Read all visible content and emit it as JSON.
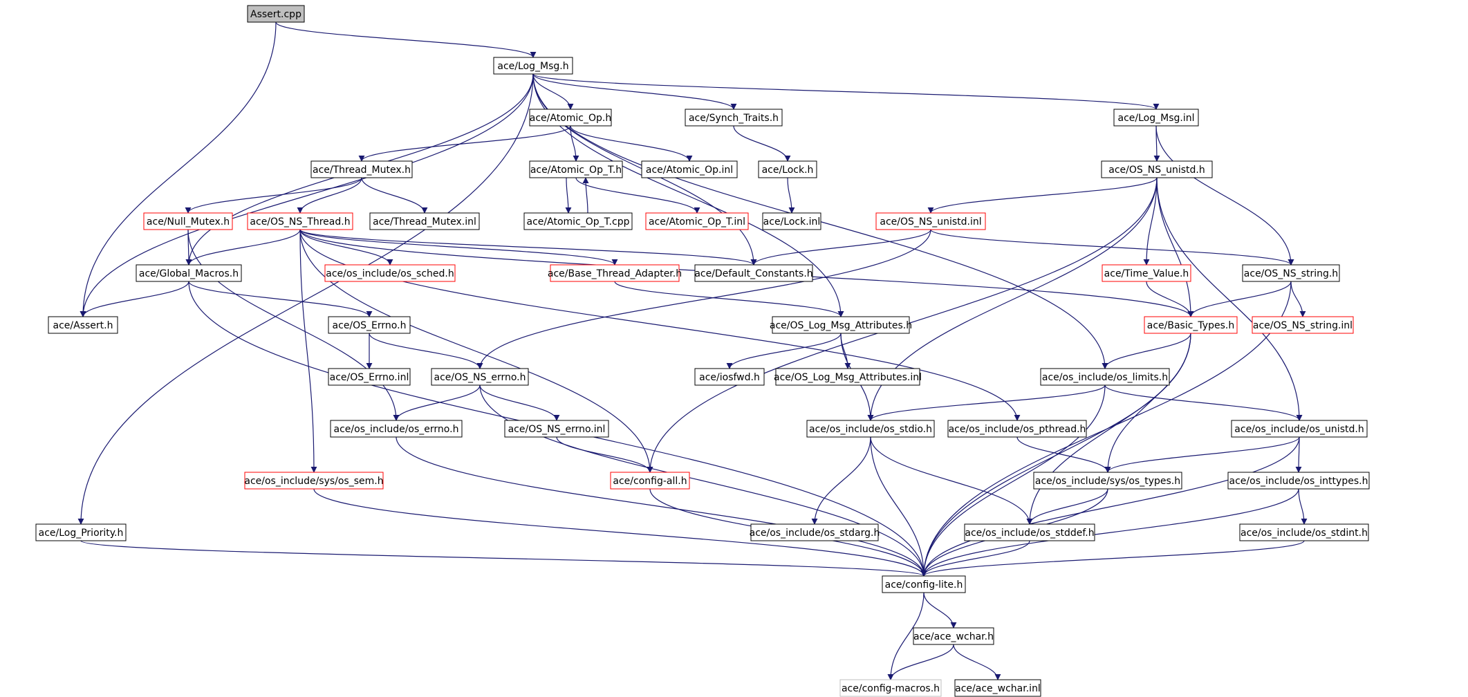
{
  "graph": {
    "colors": {
      "edge": "#191970",
      "border_default": "#000000",
      "border_red": "#ff0000",
      "border_gray": "#bfbfbf",
      "root_fill": "#bfbfbf",
      "text": "#000000"
    },
    "nodes": [
      {
        "id": "assert_cpp",
        "label": "Assert.cpp",
        "style": "root"
      },
      {
        "id": "log_msg_h",
        "label": "ace/Log_Msg.h",
        "style": "default"
      },
      {
        "id": "atomic_op_h",
        "label": "ace/Atomic_Op.h",
        "style": "default"
      },
      {
        "id": "synch_traits_h",
        "label": "ace/Synch_Traits.h",
        "style": "default"
      },
      {
        "id": "log_msg_inl",
        "label": "ace/Log_Msg.inl",
        "style": "default"
      },
      {
        "id": "thread_mutex_h",
        "label": "ace/Thread_Mutex.h",
        "style": "default"
      },
      {
        "id": "atomic_op_t_h",
        "label": "ace/Atomic_Op_T.h",
        "style": "default"
      },
      {
        "id": "atomic_op_inl",
        "label": "ace/Atomic_Op.inl",
        "style": "default"
      },
      {
        "id": "lock_h",
        "label": "ace/Lock.h",
        "style": "default"
      },
      {
        "id": "os_ns_unistd_h",
        "label": "ace/OS_NS_unistd.h",
        "style": "default"
      },
      {
        "id": "null_mutex_h",
        "label": "ace/Null_Mutex.h",
        "style": "red"
      },
      {
        "id": "os_ns_thread_h",
        "label": "ace/OS_NS_Thread.h",
        "style": "red"
      },
      {
        "id": "thread_mutex_inl",
        "label": "ace/Thread_Mutex.inl",
        "style": "default"
      },
      {
        "id": "atomic_op_t_cpp",
        "label": "ace/Atomic_Op_T.cpp",
        "style": "default"
      },
      {
        "id": "atomic_op_t_inl",
        "label": "ace/Atomic_Op_T.inl",
        "style": "red"
      },
      {
        "id": "lock_inl",
        "label": "ace/Lock.inl",
        "style": "default"
      },
      {
        "id": "os_ns_unistd_inl",
        "label": "ace/OS_NS_unistd.inl",
        "style": "red"
      },
      {
        "id": "global_macros_h",
        "label": "ace/Global_Macros.h",
        "style": "default"
      },
      {
        "id": "os_sched_h",
        "label": "ace/os_include/os_sched.h",
        "style": "red"
      },
      {
        "id": "base_thread_adapter_h",
        "label": "ace/Base_Thread_Adapter.h",
        "style": "red"
      },
      {
        "id": "default_constants_h",
        "label": "ace/Default_Constants.h",
        "style": "default"
      },
      {
        "id": "time_value_h",
        "label": "ace/Time_Value.h",
        "style": "red"
      },
      {
        "id": "os_ns_string_h",
        "label": "ace/OS_NS_string.h",
        "style": "default"
      },
      {
        "id": "assert_h",
        "label": "ace/Assert.h",
        "style": "default"
      },
      {
        "id": "os_errno_h",
        "label": "ace/OS_Errno.h",
        "style": "default"
      },
      {
        "id": "os_log_msg_attributes_h",
        "label": "ace/OS_Log_Msg_Attributes.h",
        "style": "default"
      },
      {
        "id": "basic_types_h",
        "label": "ace/Basic_Types.h",
        "style": "red"
      },
      {
        "id": "os_ns_string_inl",
        "label": "ace/OS_NS_string.inl",
        "style": "red"
      },
      {
        "id": "os_errno_inl",
        "label": "ace/OS_Errno.inl",
        "style": "default"
      },
      {
        "id": "os_ns_errno_h",
        "label": "ace/OS_NS_errno.h",
        "style": "default"
      },
      {
        "id": "iosfwd_h",
        "label": "ace/iosfwd.h",
        "style": "default"
      },
      {
        "id": "os_log_msg_attributes_inl",
        "label": "ace/OS_Log_Msg_Attributes.inl",
        "style": "default"
      },
      {
        "id": "os_limits_h",
        "label": "ace/os_include/os_limits.h",
        "style": "default"
      },
      {
        "id": "os_include_errno_h",
        "label": "ace/os_include/os_errno.h",
        "style": "default"
      },
      {
        "id": "os_ns_errno_inl",
        "label": "ace/OS_NS_errno.inl",
        "style": "default"
      },
      {
        "id": "os_stdio_h",
        "label": "ace/os_include/os_stdio.h",
        "style": "default"
      },
      {
        "id": "os_pthread_h",
        "label": "ace/os_include/os_pthread.h",
        "style": "default"
      },
      {
        "id": "os_include_unistd_h",
        "label": "ace/os_include/os_unistd.h",
        "style": "default"
      },
      {
        "id": "os_sem_h",
        "label": "ace/os_include/sys/os_sem.h",
        "style": "red"
      },
      {
        "id": "config_all_h",
        "label": "ace/config-all.h",
        "style": "red"
      },
      {
        "id": "os_types_h",
        "label": "ace/os_include/sys/os_types.h",
        "style": "default"
      },
      {
        "id": "os_inttypes_h",
        "label": "ace/os_include/os_inttypes.h",
        "style": "default"
      },
      {
        "id": "log_priority_h",
        "label": "ace/Log_Priority.h",
        "style": "default"
      },
      {
        "id": "os_stdarg_h",
        "label": "ace/os_include/os_stdarg.h",
        "style": "default"
      },
      {
        "id": "os_stddef_h",
        "label": "ace/os_include/os_stddef.h",
        "style": "default"
      },
      {
        "id": "os_stdint_h",
        "label": "ace/os_include/os_stdint.h",
        "style": "default"
      },
      {
        "id": "config_lite_h",
        "label": "ace/config-lite.h",
        "style": "default"
      },
      {
        "id": "ace_wchar_h",
        "label": "ace/ace_wchar.h",
        "style": "default"
      },
      {
        "id": "config_macros_h",
        "label": "ace/config-macros.h",
        "style": "gray"
      },
      {
        "id": "ace_wchar_inl",
        "label": "ace/ace_wchar.inl",
        "style": "default"
      }
    ],
    "edges": [
      [
        "assert_cpp",
        "log_msg_h"
      ],
      [
        "assert_cpp",
        "assert_h"
      ],
      [
        "log_msg_h",
        "atomic_op_h"
      ],
      [
        "log_msg_h",
        "synch_traits_h"
      ],
      [
        "log_msg_h",
        "log_msg_inl"
      ],
      [
        "log_msg_h",
        "assert_h"
      ],
      [
        "log_msg_h",
        "global_macros_h"
      ],
      [
        "log_msg_h",
        "default_constants_h"
      ],
      [
        "log_msg_h",
        "os_log_msg_attributes_h"
      ],
      [
        "log_msg_h",
        "os_limits_h"
      ],
      [
        "log_msg_h",
        "log_priority_h"
      ],
      [
        "atomic_op_h",
        "thread_mutex_h"
      ],
      [
        "atomic_op_h",
        "atomic_op_t_h"
      ],
      [
        "atomic_op_h",
        "atomic_op_inl"
      ],
      [
        "synch_traits_h",
        "lock_h"
      ],
      [
        "lock_h",
        "lock_inl"
      ],
      [
        "log_msg_inl",
        "os_ns_unistd_h"
      ],
      [
        "log_msg_inl",
        "os_ns_string_h"
      ],
      [
        "thread_mutex_h",
        "null_mutex_h"
      ],
      [
        "thread_mutex_h",
        "os_ns_thread_h"
      ],
      [
        "thread_mutex_h",
        "thread_mutex_inl"
      ],
      [
        "atomic_op_t_h",
        "atomic_op_t_cpp"
      ],
      [
        "atomic_op_t_cpp",
        "atomic_op_t_h"
      ],
      [
        "atomic_op_t_h",
        "atomic_op_t_inl"
      ],
      [
        "null_mutex_h",
        "global_macros_h"
      ],
      [
        "null_mutex_h",
        "os_include_errno_h"
      ],
      [
        "os_ns_thread_h",
        "global_macros_h"
      ],
      [
        "os_ns_thread_h",
        "os_sched_h"
      ],
      [
        "os_ns_thread_h",
        "base_thread_adapter_h"
      ],
      [
        "os_ns_thread_h",
        "default_constants_h"
      ],
      [
        "os_ns_thread_h",
        "basic_types_h"
      ],
      [
        "os_ns_thread_h",
        "os_pthread_h"
      ],
      [
        "os_ns_thread_h",
        "os_sem_h"
      ],
      [
        "os_ns_thread_h",
        "config_all_h"
      ],
      [
        "os_ns_unistd_h",
        "os_ns_unistd_inl"
      ],
      [
        "os_ns_unistd_h",
        "time_value_h"
      ],
      [
        "os_ns_unistd_h",
        "basic_types_h"
      ],
      [
        "os_ns_unistd_h",
        "os_stdio_h"
      ],
      [
        "os_ns_unistd_h",
        "os_include_unistd_h"
      ],
      [
        "os_ns_unistd_h",
        "config_all_h"
      ],
      [
        "os_ns_unistd_inl",
        "default_constants_h"
      ],
      [
        "os_ns_unistd_inl",
        "os_ns_string_h"
      ],
      [
        "os_ns_unistd_inl",
        "os_ns_errno_h"
      ],
      [
        "global_macros_h",
        "assert_h"
      ],
      [
        "global_macros_h",
        "os_errno_h"
      ],
      [
        "global_macros_h",
        "config_lite_h"
      ],
      [
        "base_thread_adapter_h",
        "os_log_msg_attributes_h"
      ],
      [
        "time_value_h",
        "basic_types_h"
      ],
      [
        "os_ns_string_h",
        "basic_types_h"
      ],
      [
        "os_ns_string_h",
        "os_ns_string_inl"
      ],
      [
        "os_ns_string_h",
        "config_lite_h"
      ],
      [
        "os_errno_h",
        "os_errno_inl"
      ],
      [
        "os_errno_h",
        "os_ns_errno_h"
      ],
      [
        "os_log_msg_attributes_h",
        "iosfwd_h"
      ],
      [
        "os_log_msg_attributes_h",
        "os_log_msg_attributes_inl"
      ],
      [
        "os_log_msg_attributes_h",
        "os_stdio_h"
      ],
      [
        "basic_types_h",
        "os_limits_h"
      ],
      [
        "basic_types_h",
        "os_types_h"
      ],
      [
        "basic_types_h",
        "os_stddef_h"
      ],
      [
        "basic_types_h",
        "config_lite_h"
      ],
      [
        "os_ns_errno_h",
        "os_include_errno_h"
      ],
      [
        "os_ns_errno_h",
        "os_ns_errno_inl"
      ],
      [
        "os_ns_errno_h",
        "config_lite_h"
      ],
      [
        "os_limits_h",
        "os_stdio_h"
      ],
      [
        "os_limits_h",
        "os_include_unistd_h"
      ],
      [
        "os_limits_h",
        "config_lite_h"
      ],
      [
        "os_include_errno_h",
        "config_lite_h"
      ],
      [
        "os_ns_errno_inl",
        "config_all_h"
      ],
      [
        "os_stdio_h",
        "os_stdarg_h"
      ],
      [
        "os_stdio_h",
        "os_stddef_h"
      ],
      [
        "os_stdio_h",
        "config_lite_h"
      ],
      [
        "os_pthread_h",
        "os_types_h"
      ],
      [
        "os_include_unistd_h",
        "os_types_h"
      ],
      [
        "os_include_unistd_h",
        "os_inttypes_h"
      ],
      [
        "os_include_unistd_h",
        "config_lite_h"
      ],
      [
        "os_sem_h",
        "config_lite_h"
      ],
      [
        "config_all_h",
        "config_lite_h"
      ],
      [
        "os_types_h",
        "os_stddef_h"
      ],
      [
        "os_types_h",
        "config_lite_h"
      ],
      [
        "os_inttypes_h",
        "os_stdint_h"
      ],
      [
        "os_inttypes_h",
        "config_lite_h"
      ],
      [
        "log_priority_h",
        "config_lite_h"
      ],
      [
        "os_stddef_h",
        "config_lite_h"
      ],
      [
        "os_stdint_h",
        "config_lite_h"
      ],
      [
        "config_lite_h",
        "ace_wchar_h"
      ],
      [
        "config_lite_h",
        "config_macros_h"
      ],
      [
        "ace_wchar_h",
        "config_macros_h"
      ],
      [
        "ace_wchar_h",
        "ace_wchar_inl"
      ]
    ]
  }
}
